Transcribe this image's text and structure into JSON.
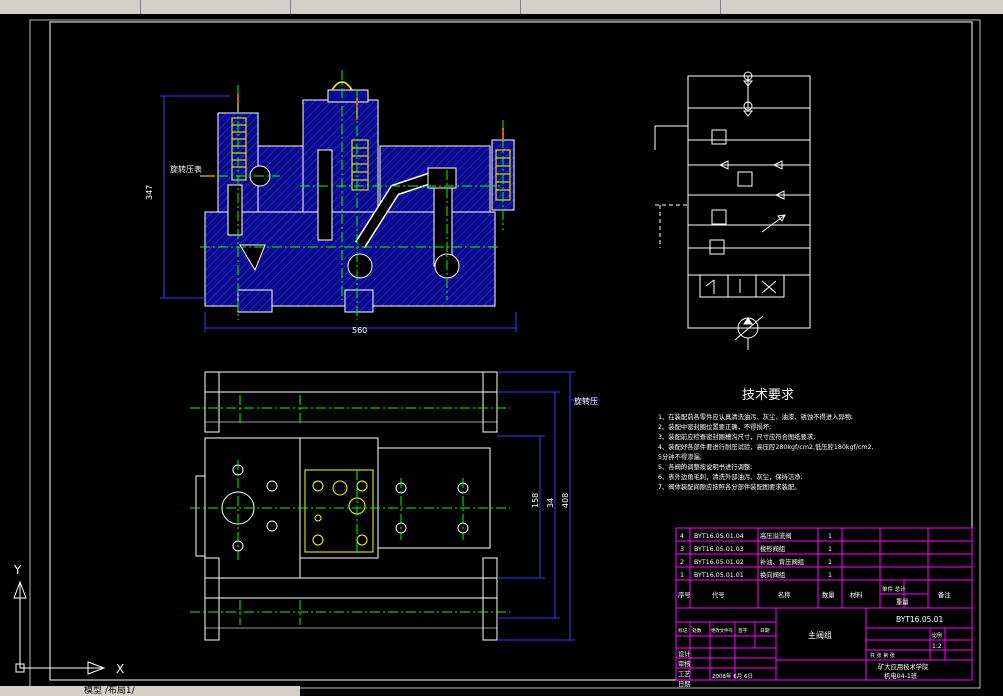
{
  "colors": {
    "background": "#000000",
    "frame": "#ffffff",
    "section_fill": "#0a0a8c",
    "hatch": "#3a3ad8",
    "outline": "#ffffff",
    "centerline": "#00ff00",
    "dimension": "#3a3aff",
    "accent": "#ff00ff",
    "callout": "#ffff00",
    "hydraulic": "#ffffff",
    "text": "#ffffff"
  },
  "front_view": {
    "dim_height": "347",
    "dim_width": "560",
    "callout_label": "旋转压表"
  },
  "top_view": {
    "callout_label": "旋转压",
    "dim_a": "158",
    "dim_b": "34",
    "dim_c": "408"
  },
  "tech_requirements": {
    "title": "技术要求",
    "lines": [
      "1、在装配前各零件应认真清洗油污、灰尘、油漆、锈蚀不得进入异物;",
      "2、装配中密封圈位置要正确，不得损坏;",
      "3、装配前应检查密封圈槽沟尺寸，尺寸应符合图纸要求;",
      "4、装配好各部件要进行耐压试验，高压腔280kgf/cm2,低压腔180kgf/cm2,",
      "   5分钟不得渗漏;",
      "5、各阀的调整按说明书进行调整;",
      "6、表外边角毛刺，清洗外部油污、灰尘，保持洁净;",
      "7、阀体装配间隙应按照各分部件装配图要求装配。"
    ]
  },
  "parts_list": {
    "rows": [
      {
        "no": "4",
        "code": "BYT16.05.01.04",
        "name": "高压溢流阀",
        "qty": "1"
      },
      {
        "no": "3",
        "code": "BYT16.05.01.03",
        "name": "梭形阀组",
        "qty": "1"
      },
      {
        "no": "2",
        "code": "BYT16.05.01.02",
        "name": "补油、背压阀组",
        "qty": "1"
      },
      {
        "no": "1",
        "code": "BYT16.05.01.01",
        "name": "换向阀组",
        "qty": "1"
      }
    ],
    "header": {
      "no": "序号",
      "code": "代号",
      "name": "名称",
      "qty": "数量",
      "material": "材料",
      "unit_total": "单件 总计",
      "weight": "重量",
      "remark": "备注"
    }
  },
  "title_block": {
    "drawing_no": "BYT16.05.01",
    "assembly_name": "主阀组",
    "company": "矿大应用技术学院",
    "class": "机电04-1班",
    "scale_label": "比例",
    "scale": "1:2",
    "sheet": "共 张 第 张",
    "date": "2008年 6月 6日",
    "roles": [
      "设计",
      "审核",
      "工艺",
      "日期"
    ],
    "mark_cols": [
      "标记",
      "处数",
      "更改文件号",
      "签字",
      "日期"
    ]
  },
  "ucs": {
    "x_label": "X",
    "y_label": "Y"
  },
  "layout_tabs": {
    "label": "模型  /布局1/"
  }
}
